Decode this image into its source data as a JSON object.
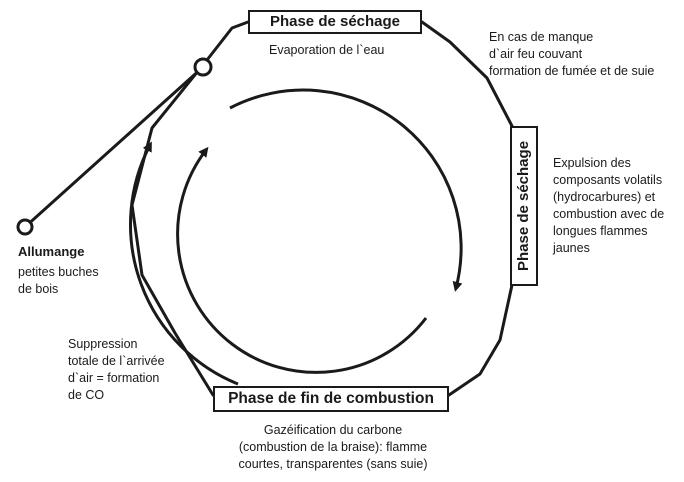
{
  "phases": {
    "top": "Phase de séchage",
    "right": "Phase de séchage",
    "bottom": "Phase de fin de combustion"
  },
  "labels": {
    "evaporation": "Evaporation de l`eau",
    "manque_air": [
      "En cas de manque",
      "d`air feu couvant",
      "formation de fumée et de suie"
    ],
    "expulsion": [
      "Expulsion des",
      "composants volatils",
      "(hydrocarbures) et",
      "combustion avec de",
      "longues flammes",
      "jaunes"
    ],
    "allumage_title": "Allumange",
    "allumage_sub": [
      "petites buches",
      "de bois"
    ],
    "suppression": [
      "Suppression",
      "totale de l`arrivée",
      "d`air = formation",
      "de CO"
    ],
    "gazeification": [
      "Gazéification du carbone",
      "(combustion de la braise): flamme",
      "courtes, transparentes (sans suie)"
    ]
  },
  "colors": {
    "ink": "#1a1a1a",
    "background": "#ffffff"
  }
}
